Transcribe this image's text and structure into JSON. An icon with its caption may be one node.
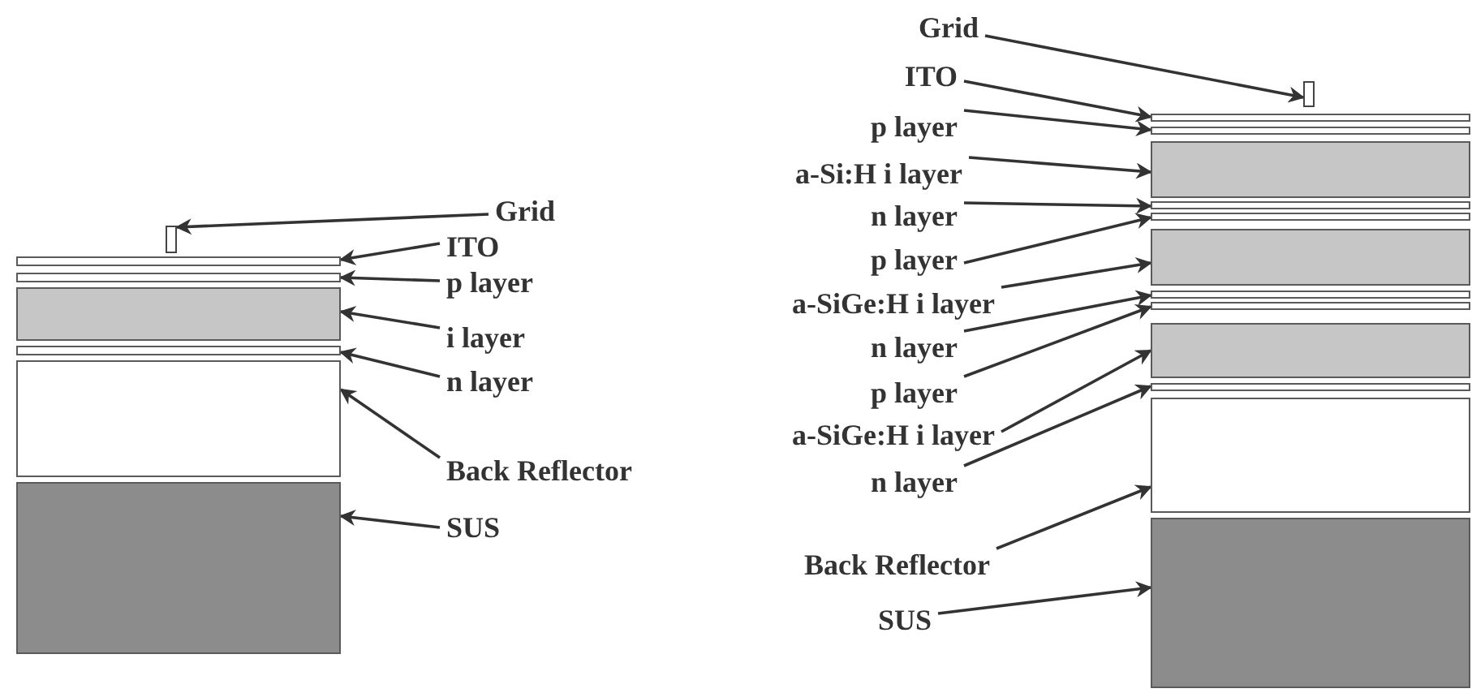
{
  "diagram": {
    "nodes": [
      {
        "text": [
          "Grid"
        ]
      },
      {
        "text": [
          "ITO"
        ]
      },
      {
        "text": [
          "p layer"
        ]
      },
      {
        "text": [
          "i layer"
        ]
      },
      {
        "text": [
          "n layer"
        ]
      },
      {
        "text": [
          "Back Reflector"
        ]
      },
      {
        "text": [
          "SUS"
        ]
      },
      {
        "text": [],
        "shape": "box"
      },
      {
        "text": [],
        "shape": "bar"
      },
      {
        "text": [],
        "shape": "bar"
      },
      {
        "text": [],
        "shape": "bar"
      },
      {
        "text": [],
        "shape": "bar"
      },
      {
        "text": [],
        "shape": "bar"
      },
      {
        "text": [],
        "shape": "bar"
      },
      {
        "text": [
          "Grid"
        ]
      },
      {
        "text": [
          "ITO"
        ]
      },
      {
        "text": [
          "p layer"
        ]
      },
      {
        "text": [
          "a-Si:H i layer"
        ]
      },
      {
        "text": [
          "n layer"
        ]
      },
      {
        "text": [
          "p layer"
        ]
      },
      {
        "text": [
          "a-SiGe:H i layer"
        ]
      },
      {
        "text": [
          "n layer"
        ]
      },
      {
        "text": [
          "p layer"
        ]
      },
      {
        "text": [
          "a-SiGe:H i layer"
        ]
      },
      {
        "text": [
          "n layer"
        ]
      },
      {
        "text": [
          "Back Reflector"
        ]
      },
      {
        "text": [
          "SUS"
        ]
      },
      {
        "text": [],
        "shape": "box"
      },
      {
        "text": [],
        "shape": "bar"
      },
      {
        "text": [],
        "shape": "bar"
      },
      {
        "text": [],
        "shape": "bar"
      },
      {
        "text": [],
        "shape": "bar"
      },
      {
        "text": [],
        "shape": "bar"
      },
      {
        "text": [],
        "shape": "bar"
      },
      {
        "text": [],
        "shape": "bar"
      },
      {
        "text": [],
        "shape": "bar"
      },
      {
        "text": [],
        "shape": "bar"
      },
      {
        "text": [],
        "shape": "bar"
      },
      {
        "text": [],
        "shape": "bar"
      },
      {
        "text": [],
        "shape": "bar"
      }
    ],
    "edges": [
      {
        "from": 0,
        "to": 7,
        "arrow": "to"
      },
      {
        "from": 1,
        "to": 8,
        "arrow": "to"
      },
      {
        "from": 2,
        "to": 9,
        "arrow": "to"
      },
      {
        "from": 3,
        "to": 10,
        "arrow": "to"
      },
      {
        "from": 4,
        "to": 11,
        "arrow": "to"
      },
      {
        "from": 5,
        "to": 12,
        "arrow": "to"
      },
      {
        "from": 6,
        "to": 13,
        "arrow": "to"
      },
      {
        "from": 14,
        "to": 27,
        "arrow": "to"
      },
      {
        "from": 15,
        "to": 28,
        "arrow": "to"
      },
      {
        "from": 16,
        "to": 29,
        "arrow": "to"
      },
      {
        "from": 17,
        "to": 30,
        "arrow": "to"
      },
      {
        "from": 18,
        "to": 31,
        "arrow": "to"
      },
      {
        "from": 19,
        "to": 32,
        "arrow": "to"
      },
      {
        "from": 20,
        "to": 33,
        "arrow": "to"
      },
      {
        "from": 21,
        "to": 34,
        "arrow": "to"
      },
      {
        "from": 22,
        "to": 35,
        "arrow": "to"
      },
      {
        "from": 23,
        "to": 36,
        "arrow": "to"
      },
      {
        "from": 24,
        "to": 37,
        "arrow": "to"
      },
      {
        "from": 25,
        "to": 38,
        "arrow": "to"
      },
      {
        "from": 26,
        "to": 39,
        "arrow": "to"
      }
    ]
  }
}
